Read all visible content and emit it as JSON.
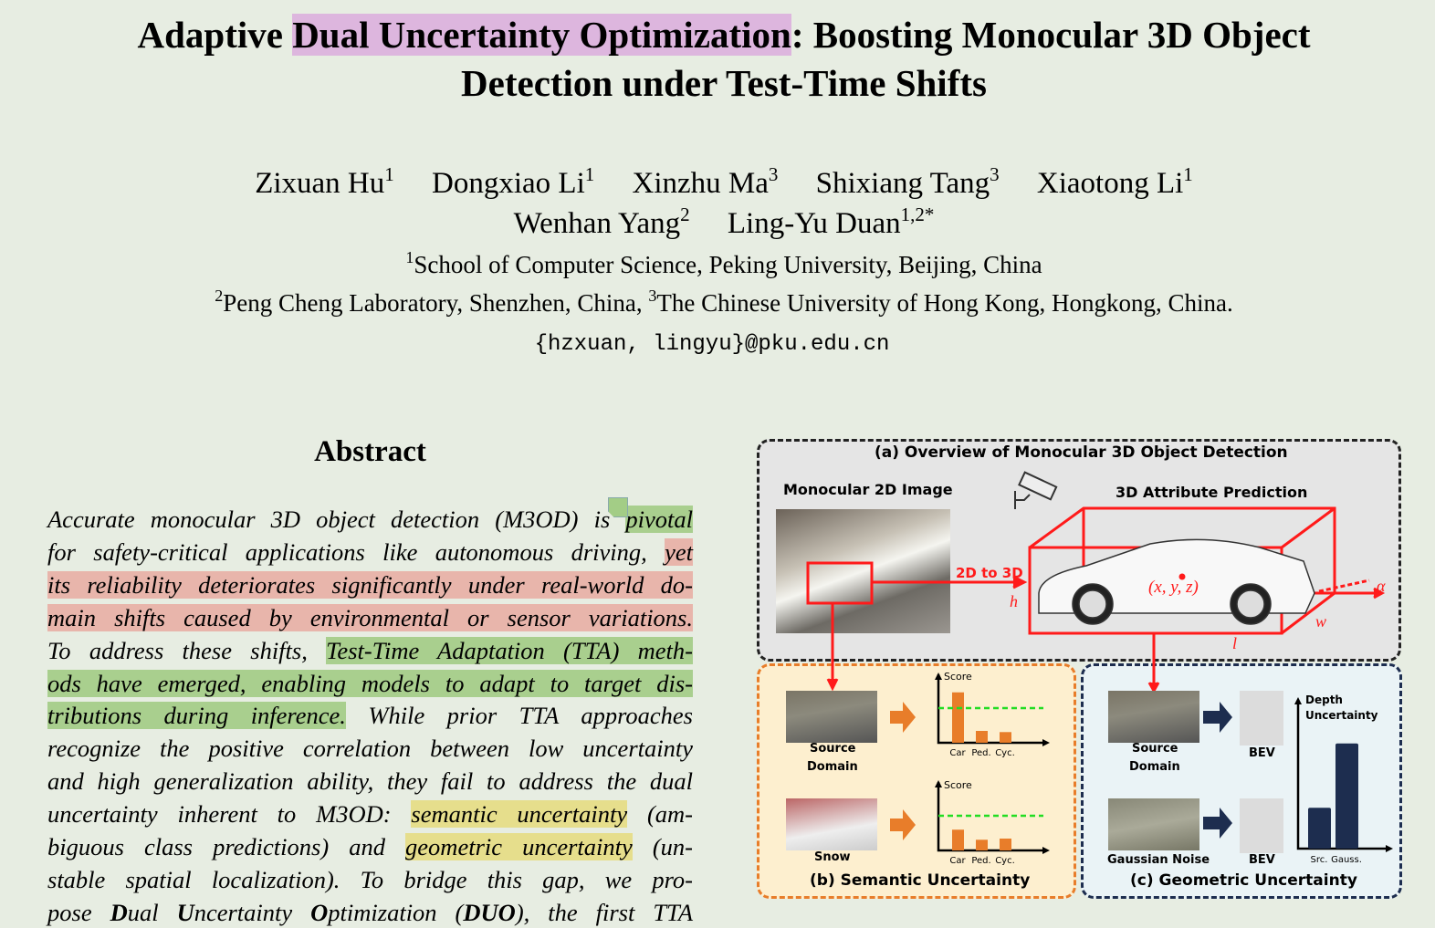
{
  "title": {
    "prefix": "Adaptive ",
    "highlighted": "Dual Uncertainty Optimization",
    "suffix": ": Boosting Monocular 3D Object",
    "line2": "Detection under Test-Time Shifts",
    "highlight_color": "#ddb6de"
  },
  "authors": [
    {
      "name": "Zixuan Hu",
      "aff": "1"
    },
    {
      "name": "Dongxiao Li",
      "aff": "1"
    },
    {
      "name": "Xinzhu Ma",
      "aff": "3"
    },
    {
      "name": "Shixiang Tang",
      "aff": "3"
    },
    {
      "name": "Xiaotong Li",
      "aff": "1"
    },
    {
      "name": "Wenhan Yang",
      "aff": "2"
    },
    {
      "name": "Ling-Yu Duan",
      "aff": "1,2*"
    }
  ],
  "affiliations": {
    "a1_num": "1",
    "a1": "School of Computer Science, Peking University, Beijing, China",
    "a2_num": "2",
    "a2": "Peng Cheng Laboratory, Shenzhen, China, ",
    "a3_num": "3",
    "a3": "The Chinese University of Hong Kong, Hongkong, China."
  },
  "email": "{hzxuan, lingyu}@pku.edu.cn",
  "abstract": {
    "heading": "Abstract",
    "highlight_colors": {
      "green": "#a9cf8e",
      "red": "#e8b5ab",
      "yellow": "#e6de8c"
    },
    "lines": [
      [
        {
          "t": "Accurate monocular 3D object detection (M3OD) is "
        },
        {
          "t": "pivotal",
          "h": "g"
        }
      ],
      [
        {
          "t": "for safety-critical applications like autonomous driving, "
        },
        {
          "t": "yet",
          "h": "r"
        }
      ],
      [
        {
          "t": "its reliability deteriorates significantly under real-world do-",
          "h": "r"
        }
      ],
      [
        {
          "t": "main shifts caused by environmental or sensor variations.",
          "h": "r"
        }
      ],
      [
        {
          "t": "To address these shifts, "
        },
        {
          "t": "Test-Time Adaptation (TTA) meth-",
          "h": "g"
        }
      ],
      [
        {
          "t": "ods have emerged, enabling models to adapt to target dis-",
          "h": "g"
        }
      ],
      [
        {
          "t": "tributions during inference.",
          "h": "g"
        },
        {
          "t": "  While prior TTA approaches"
        }
      ],
      [
        {
          "t": "recognize the positive correlation between low uncertainty"
        }
      ],
      [
        {
          "t": "and high generalization ability, they fail to address the dual"
        }
      ],
      [
        {
          "t": "uncertainty inherent to M3OD: "
        },
        {
          "t": "semantic uncertainty",
          "h": "y"
        },
        {
          "t": " (am-"
        }
      ],
      [
        {
          "t": "biguous class predictions) and "
        },
        {
          "t": "geometric uncertainty",
          "h": "y"
        },
        {
          "t": " (un-"
        }
      ],
      [
        {
          "t": "stable spatial localization).  To bridge this gap, we pro-"
        }
      ],
      [
        {
          "t": "pose "
        },
        {
          "t": "D",
          "b": 1
        },
        {
          "t": "ual "
        },
        {
          "t": "U",
          "b": 1
        },
        {
          "t": "ncertainty "
        },
        {
          "t": "O",
          "b": 1
        },
        {
          "t": "ptimization ("
        },
        {
          "t": "DUO",
          "b": 1
        },
        {
          "t": "), the first TTA"
        }
      ]
    ]
  },
  "figure": {
    "a_title": "(a) Overview of Monocular 3D Object Detection",
    "mono_image": "Monocular 2D Image",
    "attr_pred": "3D Attribute Prediction",
    "arrow_2d3d": "2D to 3D",
    "center": "(x, y, z)",
    "h": "h",
    "l": "l",
    "w": "w",
    "alpha": "α",
    "b_title": "(b) Semantic Uncertainty",
    "c_title": "(c) Geometric Uncertainty",
    "source_domain_1": "Source",
    "source_domain_2": "Domain",
    "snow": "Snow",
    "gaussian": "Gaussian Noise",
    "bev": "BEV",
    "score": "Score",
    "classes": [
      "Car",
      "Ped.",
      "Cyc."
    ],
    "source_scores": [
      0.85,
      0.2,
      0.18
    ],
    "snow_scores": [
      0.35,
      0.18,
      0.2
    ],
    "threshold": 0.45,
    "depth_unc_1": "Depth",
    "depth_unc_2": "Uncertainty",
    "depth_categories": [
      "Src.",
      "Gauss."
    ],
    "depth_values": [
      0.35,
      0.9
    ],
    "colors": {
      "red": "#ff1a1a",
      "orange": "#e87d2a",
      "navy": "#1d2d4f",
      "green_dash": "#22dd22"
    }
  }
}
